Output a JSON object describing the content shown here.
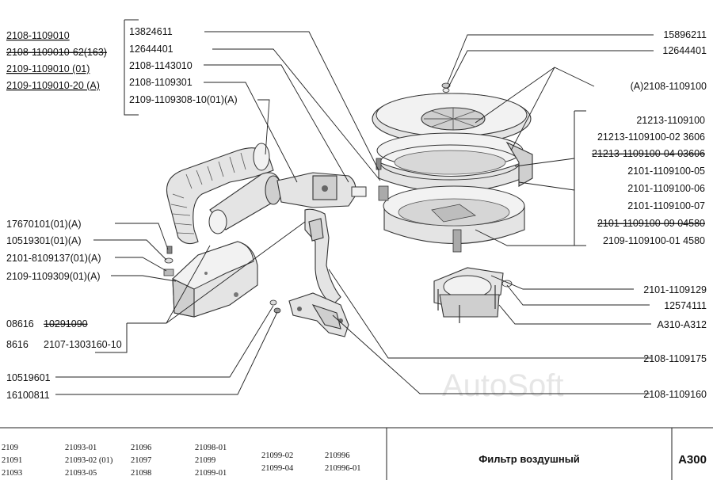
{
  "header_left": [
    {
      "text": "2108-1109010",
      "style": "u"
    },
    {
      "text": "2108-1109010-62(163)",
      "style": "s"
    },
    {
      "text": "2109-1109010        (01)",
      "style": "u"
    },
    {
      "text": "2109-1109010-20    (A)",
      "style": "u"
    }
  ],
  "box_labels": [
    "13824611",
    "12644401",
    "2108-1143010",
    "2108-1109301",
    "2109-1109308-10(01)(A)"
  ],
  "right_top": [
    "15896211",
    "12644401",
    "(A)2108-1109100"
  ],
  "right_group": [
    {
      "text": "21213-1109100",
      "style": "n"
    },
    {
      "text": "21213-1109100-02  3606",
      "style": "n"
    },
    {
      "text": "21213-1109100-04  03606",
      "style": "s"
    },
    {
      "text": "2101-1109100-05",
      "style": "n"
    },
    {
      "text": "2101-1109100-06",
      "style": "n"
    },
    {
      "text": "2101-1109100-07",
      "style": "n"
    },
    {
      "text": "2101-1109100-09  04580",
      "style": "s"
    },
    {
      "text": "2109-1109100-01    4580",
      "style": "n"
    }
  ],
  "right_bottom": [
    "2101-1109129",
    "12574111",
    "A310-A312",
    "2108-1109175",
    "2108-1109160"
  ],
  "left_group": [
    "17670101(01)(A)",
    "10519301(01)(A)",
    "2101-8109137(01)(A)",
    "2109-1109309(01)(A)"
  ],
  "left_mid": {
    "row1_a": "08616",
    "row1_b": "10291090",
    "row2_a": "8616",
    "row2_b": "2107-1303160-10"
  },
  "left_bottom": [
    "10519601",
    "16100811"
  ],
  "watermark": "AutoSoft",
  "footer_models": [
    [
      "2109",
      "21091",
      "21093"
    ],
    [
      "21093-01",
      "21093-02 (01)",
      "21093-05"
    ],
    [
      "21096",
      "21097",
      "21098"
    ],
    [
      "21098-01",
      "21099",
      "21099-01"
    ],
    [
      "21099-02",
      "21099-04"
    ],
    [
      "210996",
      "210996-01"
    ]
  ],
  "footer_title": "Фильтр воздушный",
  "footer_code": "A300"
}
